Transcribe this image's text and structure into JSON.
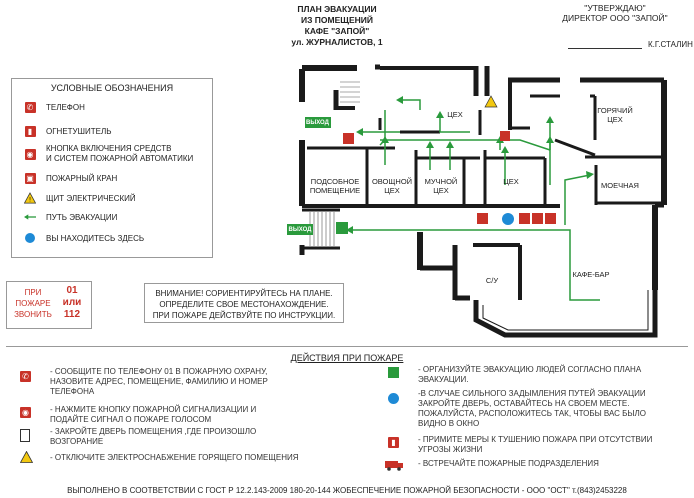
{
  "title": {
    "line1": "ПЛАН ЭВАКУАЦИИ",
    "line2": "ИЗ ПОМЕЩЕНИЙ",
    "line3": "КАФЕ \"ЗАПОЙ\"",
    "line4": "ул. ЖУРНАЛИСТОВ, 1"
  },
  "approval": {
    "line1": "\"УТВЕРЖДАЮ\"",
    "line2": "ДИРЕКТОР ООО \"ЗАПОЙ\"",
    "signer": "К.Г.СТАЛИН"
  },
  "legend": {
    "title": "УСЛОВНЫЕ ОБОЗНАЧЕНИЯ",
    "items": [
      {
        "label": "ТЕЛЕФОН",
        "icon": "phone-icon"
      },
      {
        "label": "ОГНЕТУШИТЕЛЬ",
        "icon": "extinguisher-icon"
      },
      {
        "label": "КНОПКА ВКЛЮЧЕНИЯ СРЕДСТВ\nИ СИСТЕМ ПОЖАРНОЙ АВТОМАТИКИ",
        "icon": "alarm-button-icon"
      },
      {
        "label": "ПОЖАРНЫЙ КРАН",
        "icon": "fire-hydrant-icon"
      },
      {
        "label": "ЩИТ ЭЛЕКТРИЧЕСКИЙ",
        "icon": "electric-panel-icon"
      },
      {
        "label": "ПУТЬ ЭВАКУАЦИИ",
        "icon": "evacuation-arrow-icon"
      },
      {
        "label": "ВЫ НАХОДИТЕСЬ ЗДЕСЬ",
        "icon": "you-are-here-icon"
      }
    ]
  },
  "fire_call": {
    "left1": "ПРИ",
    "left2": "ПОЖАРЕ",
    "left3": "ЗВОНИТЬ",
    "num1": "01",
    "or": "или",
    "num2": "112"
  },
  "warning": {
    "line1": "ВНИМАНИЕ! СОРИЕНТИРУЙТЕСЬ НА ПЛАНЕ.",
    "line2": "ОПРЕДЕЛИТЕ СВОЕ МЕСТОНАХОЖДЕНИЕ.",
    "line3": "ПРИ ПОЖАРЕ ДЕЙСТВУЙТЕ ПО ИНСТРУКЦИИ."
  },
  "rooms": {
    "hall1": "ЦЕХ",
    "hot": "ГОРЯЧИЙ\nЦЕХ",
    "utility": "ПОДСОБНОЕ\nПОМЕЩЕНИЕ",
    "veg": "ОВОЩНОЙ\nЦЕХ",
    "flour": "МУЧНОЙ\nЦЕХ",
    "hall2": "ЦЕХ",
    "wash": "МОЕЧНАЯ",
    "wc": "С/У",
    "bar": "КАФЕ-БАР",
    "exit1": "ВЫХОД",
    "exit2": "ВЫХОД"
  },
  "actions": {
    "title": "ДЕЙСТВИЯ ПРИ ПОЖАРЕ",
    "left": [
      {
        "text": "- СООБЩИТЕ ПО ТЕЛЕФОНУ 01 В ПОЖАРНУЮ ОХРАНУ,\nНАЗОВИТЕ АДРЕС,  ПОМЕЩЕНИЕ, ФАМИЛИЮ И НОМЕР\nТЕЛЕФОНА",
        "icon": "phone-icon"
      },
      {
        "text": "- НАЖМИТЕ КНОПКУ ПОЖАРНОЙ  СИГНАЛИЗАЦИИ И\nПОДАЙТЕ СИГНАЛ  О ПОЖАРЕ ГОЛОСОМ",
        "icon": "alarm-button-icon"
      },
      {
        "text": "- ЗАКРОЙТЕ ДВЕРЬ ПОМЕЩЕНИЯ ,ГДЕ ПРОИЗОШЛО\nВОЗГОРАНИЕ",
        "icon": "door-icon"
      },
      {
        "text": "- ОТКЛЮЧИТЕ ЭЛЕКТРОСНАБЖЕНИЕ ГОРЯЩЕГО ПОМЕЩЕНИЯ",
        "icon": "electric-panel-icon"
      }
    ],
    "right": [
      {
        "text": "- ОРГАНИЗУЙТЕ ЭВАКУАЦИЮ ЛЮДЕЙ СОГЛАСНО ПЛАНА\nЭВАКУАЦИИ.",
        "icon": "exit-sign-icon"
      },
      {
        "text": "-В СЛУЧАЕ СИЛЬНОГО ЗАДЫМЛЕНИЯ ПУТЕЙ ЭВАКУАЦИИ\nЗАКРОЙТЕ ДВЕРЬ, ОСТАВАЙТЕСЬ НА СВОЕМ МЕСТЕ.\nПОЖАЛУЙСТА, РАСПОЛОЖИТЕСЬ ТАК, ЧТОБЫ ВАС БЫЛО\nВИДНО В ОКНО",
        "icon": "info-icon"
      },
      {
        "text": "- ПРИМИТЕ МЕРЫ К ТУШЕНИЮ ПОЖАРА ПРИ ОТСУТСТВИИ\nУГРОЗЫ ЖИЗНИ",
        "icon": "extinguisher-icon"
      },
      {
        "text": "- ВСТРЕЧАЙТЕ ПОЖАРНЫЕ ПОДРАЗДЕЛЕНИЯ",
        "icon": "fire-truck-icon"
      }
    ]
  },
  "footer": "ВЫПОЛНЕНО В СООТВЕТСТВИИ С ГОСТ Р 12.2.143-2009  180-20-144 ЖОБЕСПЕЧЕНИЕ ПОЖАРНОЙ БЕЗОПАСНОСТИ -  ООО \"ОСТ\" т.(843)2453228",
  "colors": {
    "route": "#2a9a3c",
    "sign_red": "#c83228",
    "you_here": "#1e8ad6",
    "wall": "#1a1a1a"
  }
}
